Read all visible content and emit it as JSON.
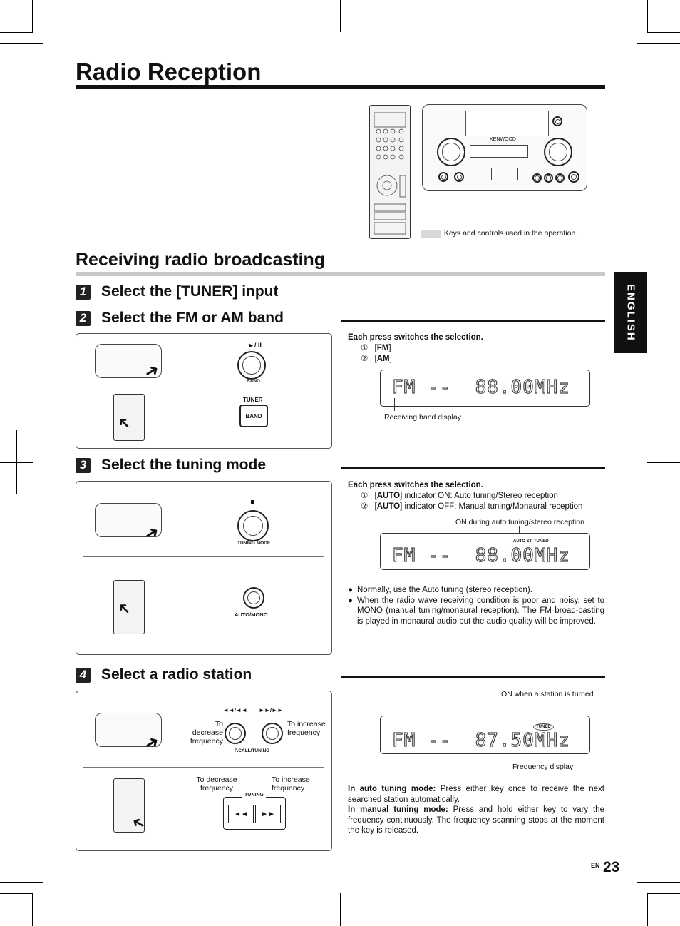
{
  "page": {
    "title": "Radio Reception",
    "language_tab": "ENGLISH",
    "page_lang": "EN",
    "page_number": "23",
    "legend_note": ": Keys and controls used in the operation."
  },
  "device": {
    "brand": "KENWOOD"
  },
  "section": {
    "title": "Receiving radio broadcasting"
  },
  "steps": [
    {
      "num": "1",
      "title": "Select the [TUNER] input"
    },
    {
      "num": "2",
      "title": "Select the FM or AM band"
    },
    {
      "num": "3",
      "title": "Select the tuning mode"
    },
    {
      "num": "4",
      "title": "Select a radio station"
    }
  ],
  "step2": {
    "band_key_label": "BAND",
    "band_key_symbol": "►/ II",
    "tuner_label": "TUNER",
    "remote_band_label": "BAND",
    "note_head": "Each press switches the selection.",
    "options": [
      {
        "marker": "①",
        "pre": "[",
        "key": "FM",
        "post": "]"
      },
      {
        "marker": "②",
        "pre": "[",
        "key": "AM",
        "post": "]"
      }
    ],
    "lcd_text": "FM --  88.00MHz",
    "caption": "Receiving band display"
  },
  "step3": {
    "knob_label": "TUNING MODE",
    "remote_label": "AUTO/MONO",
    "note_head": "Each press switches the selection.",
    "options": [
      {
        "marker": "①",
        "pre": "[",
        "key": "AUTO",
        "post": "] indicator ON: Auto tuning/Stereo reception"
      },
      {
        "marker": "②",
        "pre": "[",
        "key": "AUTO",
        "post": "] indicator OFF: Manual tuning/Monaural reception"
      }
    ],
    "lcd_caption": "ON during auto tuning/stereo reception",
    "lcd_indicators": "AUTO  ST.  TUNED",
    "lcd_text": "FM --  88.00MHz",
    "bullets": [
      "Normally, use the Auto tuning (stereo reception).",
      "When the radio wave receiving condition is poor and noisy, set to MONO (manual tuning/monaural reception). The FM broad-casting is played in monaural audio but the audio quality will be improved."
    ]
  },
  "step4": {
    "left_key_symbol": "◄◄/◄◄",
    "right_key_symbol": "►►/►►",
    "to_decrease": "To decrease frequency",
    "to_increase": "To increase frequency",
    "main_label": "P.CALL/TUNING",
    "remote_decrease": "To decrease frequency",
    "remote_increase": "To increase frequency",
    "remote_label": "TUNING",
    "lcd_caption": "ON when a station is turned",
    "lcd_indicator": "TUNED",
    "lcd_text": "FM --  87.50MHz",
    "lcd_caption2": "Frequency display",
    "auto_head": "In auto tuning mode:",
    "auto_text": " Press either key once to receive the next searched station automatically.",
    "manual_head": "In manual tuning mode:",
    "manual_text": " Press and hold either key to vary the frequency continuously. The frequency scanning stops at the moment the key is released."
  }
}
